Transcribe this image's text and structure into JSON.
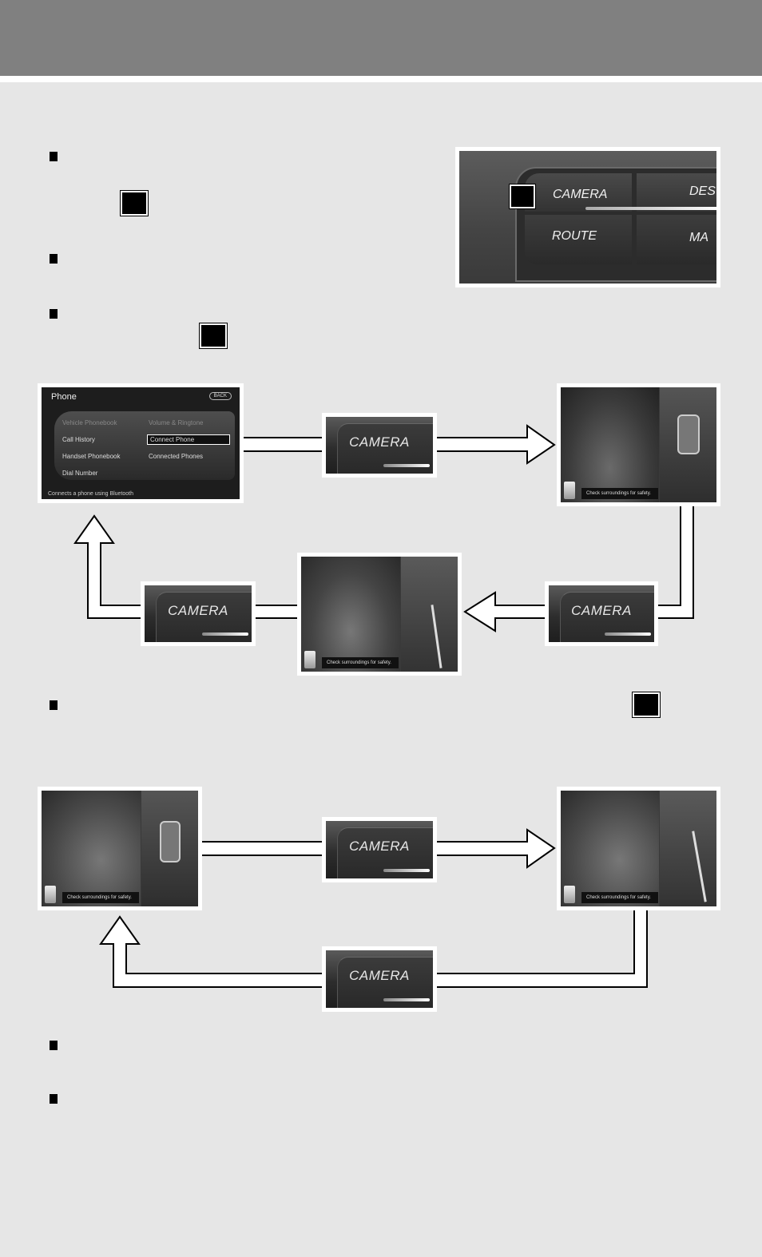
{
  "buttons": {
    "camera": "CAMERA",
    "route": "ROUTE",
    "dest_partial": "DES",
    "map_partial": "MA"
  },
  "phone_screen": {
    "title": "Phone",
    "back": "BACK",
    "items_left": [
      "Vehicle Phonebook",
      "Call History",
      "Handset Phonebook",
      "Dial Number"
    ],
    "items_right": [
      "Volume & Ringtone",
      "Connect Phone",
      "Connected Phones"
    ],
    "status": "Connects a phone using Bluetooth"
  },
  "camera_screen": {
    "caption": "Check surroundings for safety."
  },
  "colors": {
    "header": "#808080",
    "page_bg": "#e6e6e6",
    "arrow_fill": "#ffffff",
    "arrow_stroke": "#000000"
  }
}
